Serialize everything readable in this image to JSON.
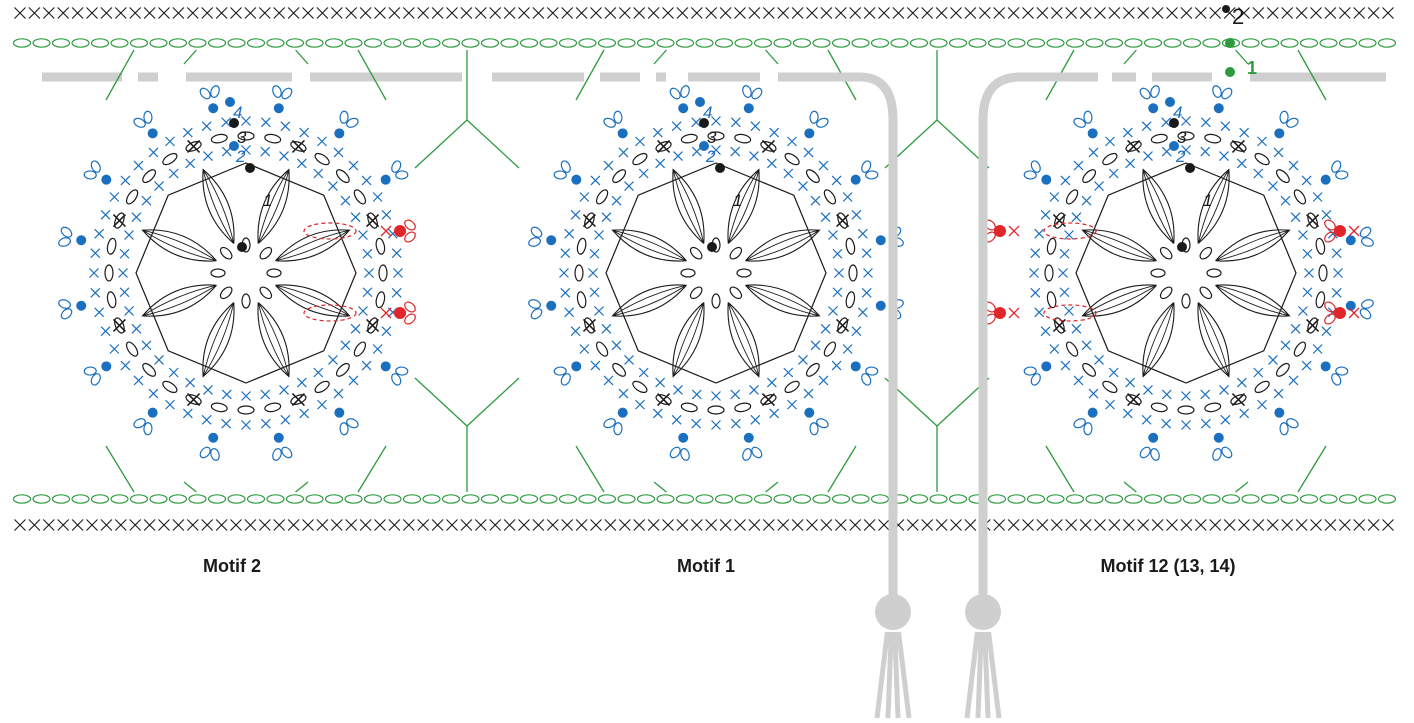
{
  "colors": {
    "background": "#ffffff",
    "black": "#1a1a1a",
    "blue": "#1a6fbf",
    "green": "#2e9a3f",
    "red": "#e0262b",
    "gray_ribbon": "#cfcfcf"
  },
  "motifs": [
    {
      "caption": "Motif 2",
      "round_labels": []
    },
    {
      "caption": "Motif 1",
      "round_labels": [
        "1",
        "2",
        "3",
        "4"
      ]
    },
    {
      "caption": "Motif 12 (13, 14)",
      "round_labels": [
        "1",
        "2",
        "3",
        "4"
      ]
    }
  ],
  "first_motif_round_labels": [
    "1",
    "2",
    "3",
    "4"
  ],
  "border": {
    "row_labels": [
      "1",
      "2"
    ]
  },
  "symbols": {
    "single_crochet": "×",
    "chain": "oval",
    "slip_stitch": "dot",
    "double_crochet": "T"
  }
}
